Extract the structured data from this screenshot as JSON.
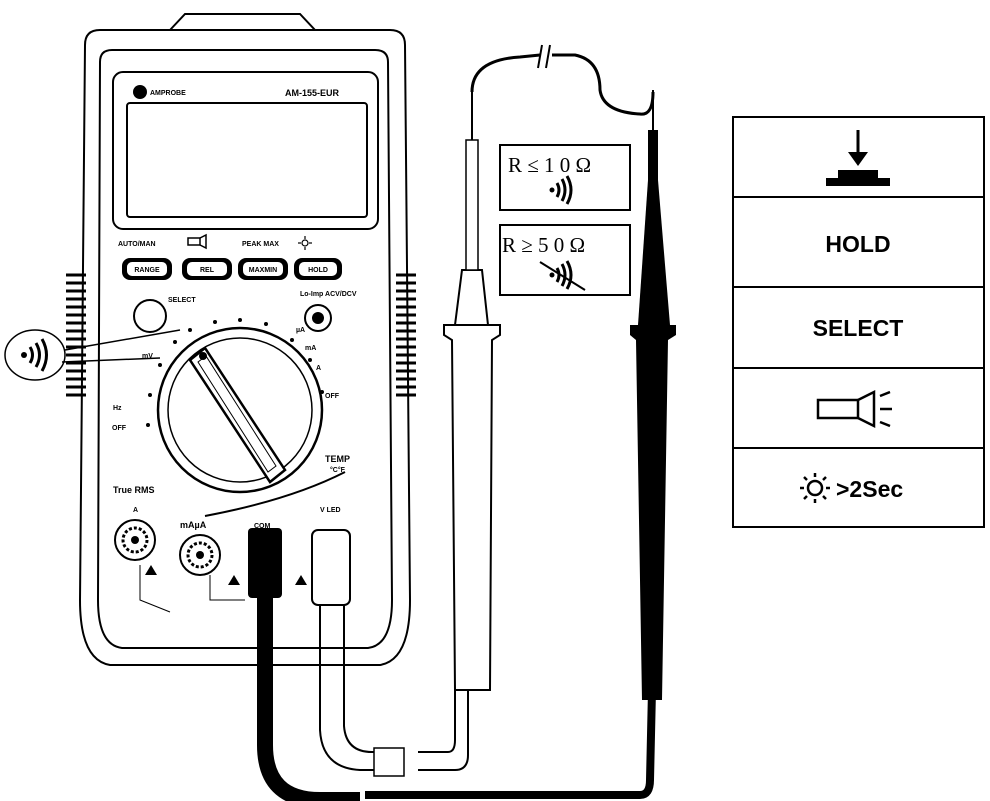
{
  "meter": {
    "brand": "AMPROBE",
    "model": "AM-155-EUR",
    "button_captions": [
      "AUTO/MAN",
      "PEAK MAX",
      "",
      ""
    ],
    "buttons": [
      "RANGE",
      "REL",
      "MAXMIN",
      "HOLD"
    ],
    "select_label": "SELECT",
    "hold_caption": "Lo-Imp ACV/DCV",
    "true_rms": "True RMS",
    "temp_label": "TEMP",
    "temp_unit": "°C°F",
    "off_left": "OFF",
    "off_right": "OFF",
    "dial_labels": [
      "mV",
      "µA",
      "mA",
      "A",
      "Hz"
    ],
    "jack_a": "A",
    "jack_mau": "mAµA",
    "jack_com": "COM",
    "jack_vled": "V LED"
  },
  "conditions": {
    "continuity_on": "R ≤ 1 0 Ω",
    "continuity_off": "R ≥  5 0 Ω"
  },
  "panel": {
    "rows": [
      {
        "type": "press-icon",
        "label": ""
      },
      {
        "type": "text",
        "label": "HOLD"
      },
      {
        "type": "text",
        "label": "SELECT"
      },
      {
        "type": "flashlight-icon",
        "label": ""
      },
      {
        "type": "backlight",
        "label": ">2Sec"
      }
    ]
  }
}
